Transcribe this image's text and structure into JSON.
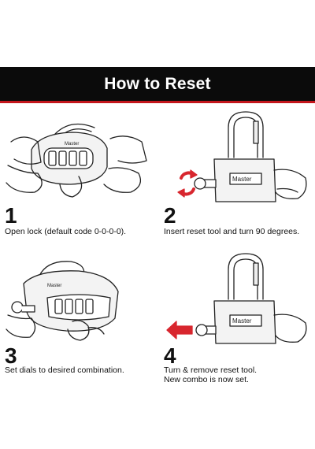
{
  "header": {
    "title": "How to Reset"
  },
  "steps": [
    {
      "number": "1",
      "caption": "Open lock (default code 0-0-0-0).",
      "brand_text": "Master"
    },
    {
      "number": "2",
      "caption": "Insert reset tool and turn 90 degrees.",
      "brand_text": "Master"
    },
    {
      "number": "3",
      "caption": "Set dials to desired combination.",
      "brand_text": "Master"
    },
    {
      "number": "4",
      "caption_line1": "Turn & remove reset tool.",
      "caption_line2": "New combo is now set.",
      "brand_text": "Master"
    }
  ],
  "colors": {
    "header_bg": "#0b0b0b",
    "header_border": "#c4161c",
    "arrow_red": "#d8262e"
  }
}
